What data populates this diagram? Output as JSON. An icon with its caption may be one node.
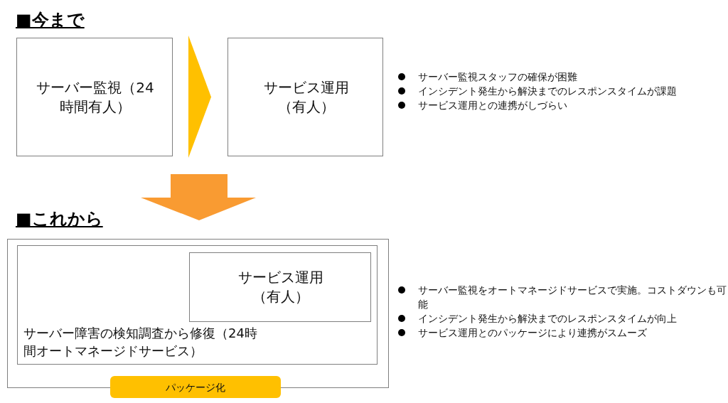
{
  "diagram": {
    "nodes": [
      {
        "text": [
          "サーバー監視（24時間有人）"
        ]
      },
      {
        "text": [
          "サービス運用（有人）"
        ]
      },
      {
        "text": [],
        "shape": "box"
      },
      {
        "text": [
          "サーバー障害の検知調査から修復（24時間オートマネージドサービス）"
        ],
        "in": 2
      },
      {
        "text": [
          "サービス運用（有人）"
        ],
        "in": 3
      },
      {
        "text": [
          "パッケージ化"
        ]
      }
    ],
    "edges": [
      {
        "from": 0,
        "to": 1,
        "arrow": "to"
      }
    ],
    "labels": [
      "■今まで",
      "サーバー監視スタッフの確保が困難",
      "インシデント発生から解決までのレスポンスタイムが課題",
      "サービス運用との連携がしづらい",
      "■これから",
      "サーバー監視をオートマネージドサービスで実施。コストダウンも可能",
      "インシデント発生から解決までのレスポンスタイムが向上",
      "サービス運用とのパッケージにより連携がスムーズ"
    ]
  }
}
